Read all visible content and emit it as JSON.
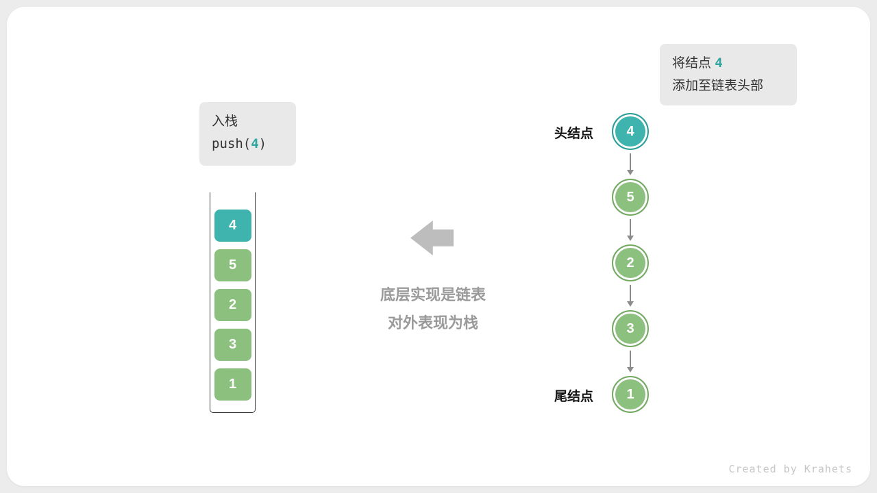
{
  "colors": {
    "teal": "#3fb3ad",
    "green": "#8cc07f",
    "note_background": "#e9e9e9",
    "caption_gray": "#9a9a9a"
  },
  "annotation": {
    "prefix": "将结点",
    "value": "4",
    "line2": "添加至链表头部"
  },
  "operation": {
    "title": "入栈",
    "code_prefix": "push(",
    "code_value": "4",
    "code_suffix": ")"
  },
  "stack": {
    "items": [
      {
        "value": "4",
        "color": "teal"
      },
      {
        "value": "5",
        "color": "green"
      },
      {
        "value": "2",
        "color": "green"
      },
      {
        "value": "3",
        "color": "green"
      },
      {
        "value": "1",
        "color": "green"
      }
    ]
  },
  "linked_list": {
    "head_label": "头结点",
    "tail_label": "尾结点",
    "nodes": [
      {
        "value": "4",
        "color": "teal"
      },
      {
        "value": "5",
        "color": "green"
      },
      {
        "value": "2",
        "color": "green"
      },
      {
        "value": "3",
        "color": "green"
      },
      {
        "value": "1",
        "color": "green"
      }
    ]
  },
  "caption": {
    "line1": "底层实现是链表",
    "line2": "对外表现为栈"
  },
  "credit": "Created by Krahets"
}
